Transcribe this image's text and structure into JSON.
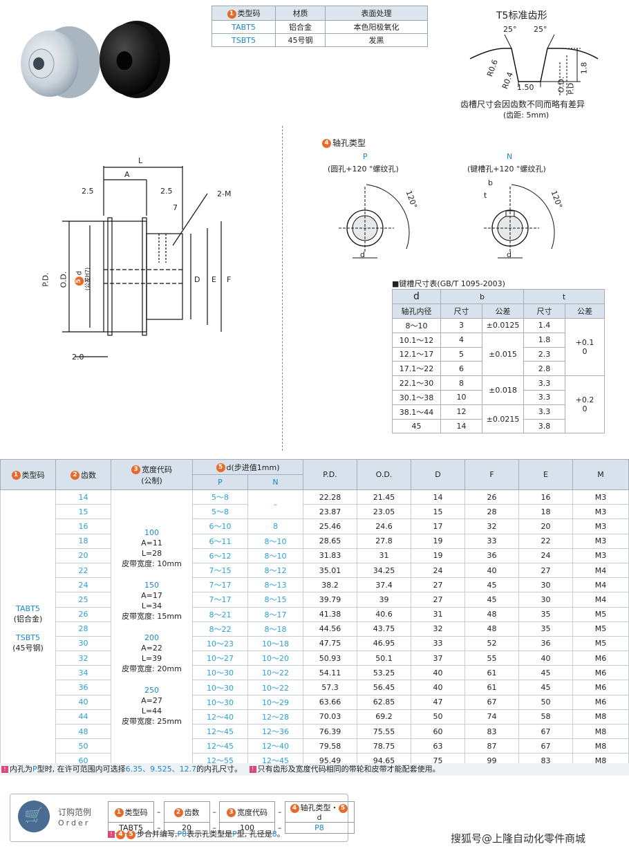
{
  "materials": {
    "headers": [
      "类型码",
      "材质",
      "表面处理"
    ],
    "header_num": "1",
    "rows": [
      {
        "code": "TABT5",
        "material": "铝合金",
        "finish": "本色阳极氧化"
      },
      {
        "code": "TSBT5",
        "material": "45号钢",
        "finish": "发黑"
      }
    ]
  },
  "tooth_profile": {
    "title": "T5标准齿形",
    "angle_left": "25°",
    "angle_right": "25°",
    "r1": "R0.6",
    "r2": "R0.4",
    "width": "1.50",
    "depth": "1.8",
    "od": "O.D.",
    "pd": "P.D.",
    "note1": "齿槽尺寸会因齿数不同而略有差异",
    "note2": "(齿距: 5mm)"
  },
  "pulley_drawing": {
    "L": "L",
    "A": "A",
    "d1": "2.5",
    "d2": "2.5",
    "d3": "7",
    "m": "2-M",
    "pd": "P.D.",
    "od": "O.D.",
    "bore_num": "5",
    "bore": "d",
    "bore_tol": "(公差H7)",
    "D": "D",
    "E": "E",
    "F": "F",
    "d4": "2.0"
  },
  "shaft_type": {
    "num": "4",
    "title": "轴孔类型",
    "p_label": "P",
    "p_desc": "(圆孔+120 °螺纹孔)",
    "n_label": "N",
    "n_desc": "(键槽孔+120 °螺纹孔)",
    "angle": "120°",
    "d": "d",
    "b": "b",
    "t": "t"
  },
  "keyway": {
    "title": "键槽尺寸表(GB/T 1095-2003)",
    "h_d": "d",
    "h_b": "b",
    "h_t": "t",
    "h_bore": "轴孔内径",
    "h_size": "尺寸",
    "h_tol": "公差",
    "h_size2": "尺寸",
    "h_tol2": "公差",
    "rows": [
      {
        "d": "8～10",
        "b": "3",
        "bt": "±0.0125",
        "t": "1.4"
      },
      {
        "d": "10.1～12",
        "b": "4",
        "bt": "±0.015",
        "t": "1.8"
      },
      {
        "d": "12.1～17",
        "b": "5",
        "bt": "",
        "t": "2.3"
      },
      {
        "d": "17.1～22",
        "b": "6",
        "bt": "",
        "t": "2.8"
      },
      {
        "d": "22.1～30",
        "b": "8",
        "bt": "±0.018",
        "t": "3.3"
      },
      {
        "d": "30.1～38",
        "b": "10",
        "bt": "",
        "t": "3.3"
      },
      {
        "d": "38.1～44",
        "b": "12",
        "bt": "±0.0215",
        "t": "3.3"
      },
      {
        "d": "45",
        "b": "14",
        "bt": "",
        "t": "3.8"
      }
    ],
    "tt1": "+0.1\n0",
    "tt2": "+0.2\n0"
  },
  "main": {
    "h_type": "类型码",
    "h_teeth": "齿数",
    "h_width": "宽度代码",
    "h_width_sub": "(公制)",
    "h_d": "d(步进值1mm)",
    "h_p": "P",
    "h_n": "N",
    "h_pd": "P.D.",
    "h_od": "O.D.",
    "h_D": "D",
    "h_F": "F",
    "h_E": "E",
    "h_M": "M",
    "type_a": "TABT5",
    "type_a_sub": "(铝合金)",
    "type_b": "TSBT5",
    "type_b_sub": "(45号钢)",
    "widths": [
      {
        "code": "100",
        "a": "A=11",
        "l": "L=28",
        "belt": "皮带宽度: 10mm"
      },
      {
        "code": "150",
        "a": "A=17",
        "l": "L=34",
        "belt": "皮带宽度: 15mm"
      },
      {
        "code": "200",
        "a": "A=22",
        "l": "L=39",
        "belt": "皮带宽度: 20mm"
      },
      {
        "code": "250",
        "a": "A=27",
        "l": "L=44",
        "belt": "皮带宽度: 25mm"
      }
    ],
    "rows": [
      [
        "14",
        "5～8",
        "–",
        "22.28",
        "21.45",
        "14",
        "26",
        "16",
        "M3"
      ],
      [
        "15",
        "5～8",
        "",
        "23.87",
        "23.05",
        "15",
        "28",
        "18",
        "M3"
      ],
      [
        "16",
        "6～10",
        "8",
        "25.46",
        "24.6",
        "17",
        "32",
        "20",
        "M3"
      ],
      [
        "18",
        "6～11",
        "8～10",
        "28.65",
        "27.8",
        "19",
        "33",
        "22",
        "M3"
      ],
      [
        "20",
        "6～12",
        "8～10",
        "31.83",
        "31",
        "19",
        "36",
        "24",
        "M3"
      ],
      [
        "22",
        "7～15",
        "8～12",
        "35.01",
        "34.25",
        "24",
        "40",
        "27",
        "M4"
      ],
      [
        "24",
        "7～17",
        "8～13",
        "38.2",
        "37.4",
        "27",
        "45",
        "30",
        "M4"
      ],
      [
        "25",
        "7～17",
        "8～15",
        "39.79",
        "39",
        "27",
        "45",
        "30",
        "M4"
      ],
      [
        "26",
        "8～21",
        "8～17",
        "41.38",
        "40.6",
        "31",
        "48",
        "35",
        "M5"
      ],
      [
        "28",
        "8～22",
        "8～18",
        "44.56",
        "43.75",
        "32",
        "48",
        "35",
        "M5"
      ],
      [
        "30",
        "10～23",
        "10～18",
        "47.75",
        "46.95",
        "33",
        "52",
        "36",
        "M5"
      ],
      [
        "32",
        "10～27",
        "10～20",
        "50.93",
        "50.1",
        "37",
        "55",
        "40",
        "M6"
      ],
      [
        "34",
        "10～30",
        "10～22",
        "54.11",
        "53.25",
        "40",
        "61",
        "45",
        "M6"
      ],
      [
        "36",
        "10～30",
        "10～22",
        "57.3",
        "56.45",
        "40",
        "61",
        "45",
        "M6"
      ],
      [
        "40",
        "10～30",
        "10～29",
        "63.66",
        "62.85",
        "47",
        "67",
        "50",
        "M6"
      ],
      [
        "44",
        "12～40",
        "12～28",
        "70.03",
        "69.2",
        "50",
        "74",
        "58",
        "M8"
      ],
      [
        "48",
        "12～45",
        "12～36",
        "76.39",
        "75.55",
        "60",
        "83",
        "67",
        "M8"
      ],
      [
        "50",
        "12～45",
        "12～40",
        "79.58",
        "78.75",
        "63",
        "87",
        "67",
        "M8"
      ],
      [
        "60",
        "12～55",
        "12～45",
        "95.49",
        "94.65",
        "75",
        "99",
        "83",
        "M8"
      ]
    ]
  },
  "notes": {
    "n1_a": "内孔为",
    "n1_p": "P",
    "n1_b": "型时, 在许可范围内可选择",
    "n1_vals": "6.35、9.525、12.7",
    "n1_c": "的内孔尺寸。",
    "n2": "只有齿形及宽度代码相同的带轮和皮带才能配套使用。"
  },
  "order": {
    "title": "订购范例",
    "title_en": "Order",
    "h1": "类型码",
    "h2": "齿数",
    "h3": "宽度代码",
    "h4": "轴孔类型・",
    "h4d": "d",
    "v1": "TABT5",
    "v2": "20",
    "v3": "100",
    "v4": "P8",
    "dash": "–",
    "note_a": "步合并编写,",
    "note_p8": "P8",
    "note_b": "表示孔类型是",
    "note_p": "P",
    "note_c": "型, 孔径是",
    "note_8": "8",
    "note_d": "。"
  },
  "footer": {
    "brand": "搜狐号@上隆自动化零件商城"
  },
  "colors": {
    "accent_blue": "#1a86c8",
    "header_bg": "#d7e2ec",
    "orange": "#e86a2a",
    "pink": "#d94a7a"
  }
}
